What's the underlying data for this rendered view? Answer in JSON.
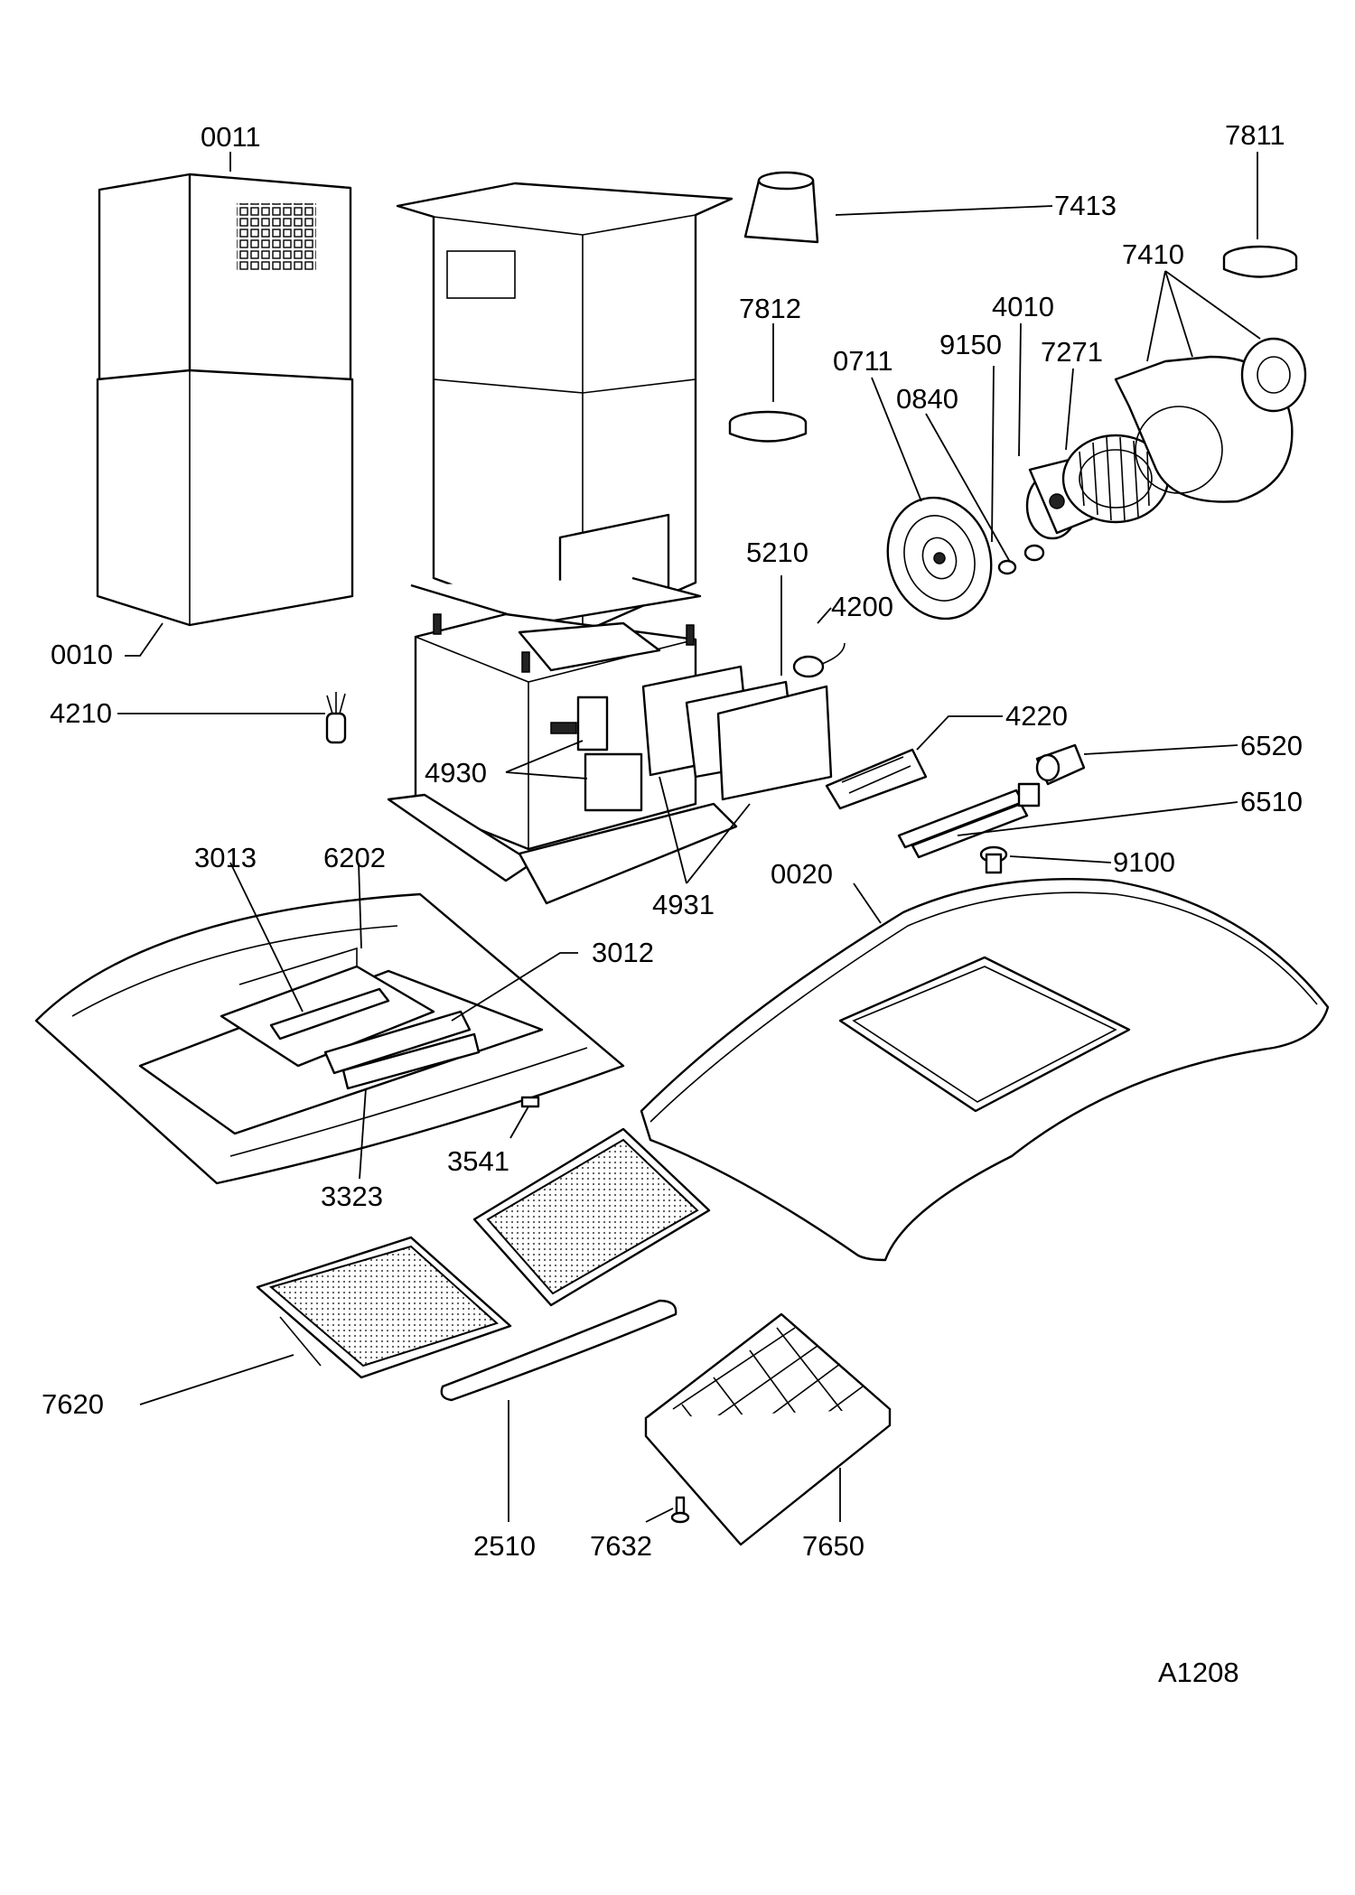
{
  "diagram": {
    "drawing_code": "A1208",
    "labels": [
      {
        "id": "0011",
        "text": "0011"
      },
      {
        "id": "0010",
        "text": "0010"
      },
      {
        "id": "7413",
        "text": "7413"
      },
      {
        "id": "7811",
        "text": "7811"
      },
      {
        "id": "7410",
        "text": "7410"
      },
      {
        "id": "7812",
        "text": "7812"
      },
      {
        "id": "4010",
        "text": "4010"
      },
      {
        "id": "9150",
        "text": "9150"
      },
      {
        "id": "7271",
        "text": "7271"
      },
      {
        "id": "0711",
        "text": "0711"
      },
      {
        "id": "0840",
        "text": "0840"
      },
      {
        "id": "5210",
        "text": "5210"
      },
      {
        "id": "4200",
        "text": "4200"
      },
      {
        "id": "4210",
        "text": "4210"
      },
      {
        "id": "4220",
        "text": "4220"
      },
      {
        "id": "6520",
        "text": "6520"
      },
      {
        "id": "4930",
        "text": "4930"
      },
      {
        "id": "6510",
        "text": "6510"
      },
      {
        "id": "9100",
        "text": "9100"
      },
      {
        "id": "3013",
        "text": "3013"
      },
      {
        "id": "6202",
        "text": "6202"
      },
      {
        "id": "4931",
        "text": "4931"
      },
      {
        "id": "0020",
        "text": "0020"
      },
      {
        "id": "3012",
        "text": "3012"
      },
      {
        "id": "3541",
        "text": "3541"
      },
      {
        "id": "3323",
        "text": "3323"
      },
      {
        "id": "7620",
        "text": "7620"
      },
      {
        "id": "2510",
        "text": "2510"
      },
      {
        "id": "7632",
        "text": "7632"
      },
      {
        "id": "7650",
        "text": "7650"
      }
    ]
  }
}
